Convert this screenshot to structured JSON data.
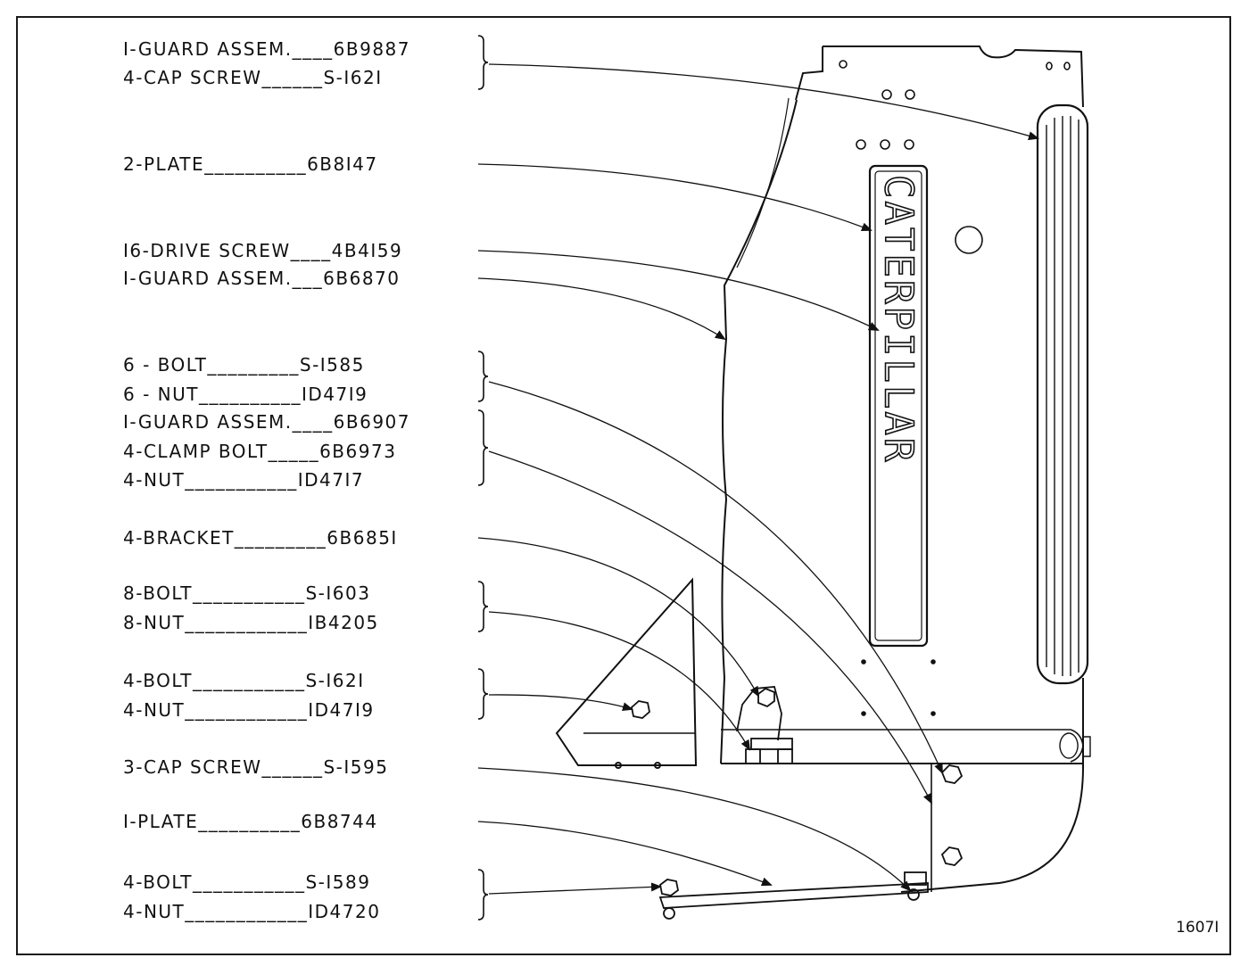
{
  "callouts": [
    {
      "text": "I-GUARD ASSEM.____6B9887"
    },
    {
      "text": "4-CAP SCREW______S-I62I"
    },
    {
      "text": "2-PLATE__________6B8I47"
    },
    {
      "text": "I6-DRIVE SCREW____4B4I59"
    },
    {
      "text": "I-GUARD ASSEM.___6B6870"
    },
    {
      "text": "6 - BOLT_________S-I585"
    },
    {
      "text": "6 - NUT__________ID47I9"
    },
    {
      "text": "I-GUARD ASSEM.____6B6907"
    },
    {
      "text": "4-CLAMP BOLT_____6B6973"
    },
    {
      "text": "4-NUT___________ID47I7"
    },
    {
      "text": "4-BRACKET_________6B685I"
    },
    {
      "text": "8-BOLT___________S-I603"
    },
    {
      "text": "8-NUT____________IB4205"
    },
    {
      "text": "4-BOLT___________S-I62I"
    },
    {
      "text": "4-NUT____________ID47I9"
    },
    {
      "text": "3-CAP SCREW______S-I595"
    },
    {
      "text": "I-PLATE__________6B8744"
    },
    {
      "text": "4-BOLT___________S-I589"
    },
    {
      "text": "4-NUT____________ID4720"
    }
  ],
  "nameplate_text": "CATERPILLAR",
  "figure_number": "1607I"
}
